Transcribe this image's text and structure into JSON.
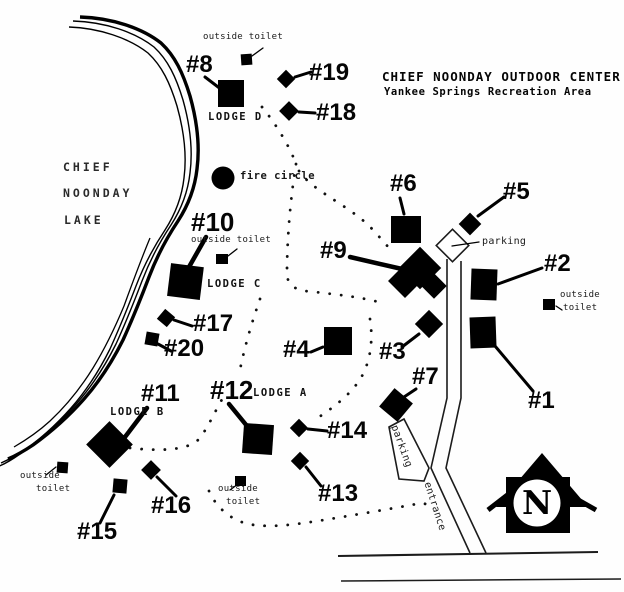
{
  "title": {
    "line1": "CHIEF NOONDAY OUTDOOR CENTER",
    "line2": "Yankee Springs Recreation Area"
  },
  "lake": {
    "line1": "CHIEF",
    "line2": "NOONDAY",
    "line3": "LAKE"
  },
  "sites": {
    "s1": "#1",
    "s2": "#2",
    "s3": "#3",
    "s4": "#4",
    "s5": "#5",
    "s6": "#6",
    "s7": "#7",
    "s8": "#8",
    "s9": "#9",
    "s10": "#10",
    "s11": "#11",
    "s12": "#12",
    "s13": "#13",
    "s14": "#14",
    "s15": "#15",
    "s16": "#16",
    "s17": "#17",
    "s18": "#18",
    "s19": "#19",
    "s20": "#20"
  },
  "lodges": {
    "a": "LODGE A",
    "b": "LODGE B",
    "c": "LODGE C",
    "d": "LODGE D"
  },
  "labels": {
    "fire_circle": "fire circle",
    "parking": "parking",
    "entrance": "entrance",
    "outside_toilet": "outside toilet",
    "outside": "outside",
    "toilet": "toilet",
    "north": "N"
  },
  "colors": {
    "ink": "#000000",
    "paper": "#ffffff"
  }
}
